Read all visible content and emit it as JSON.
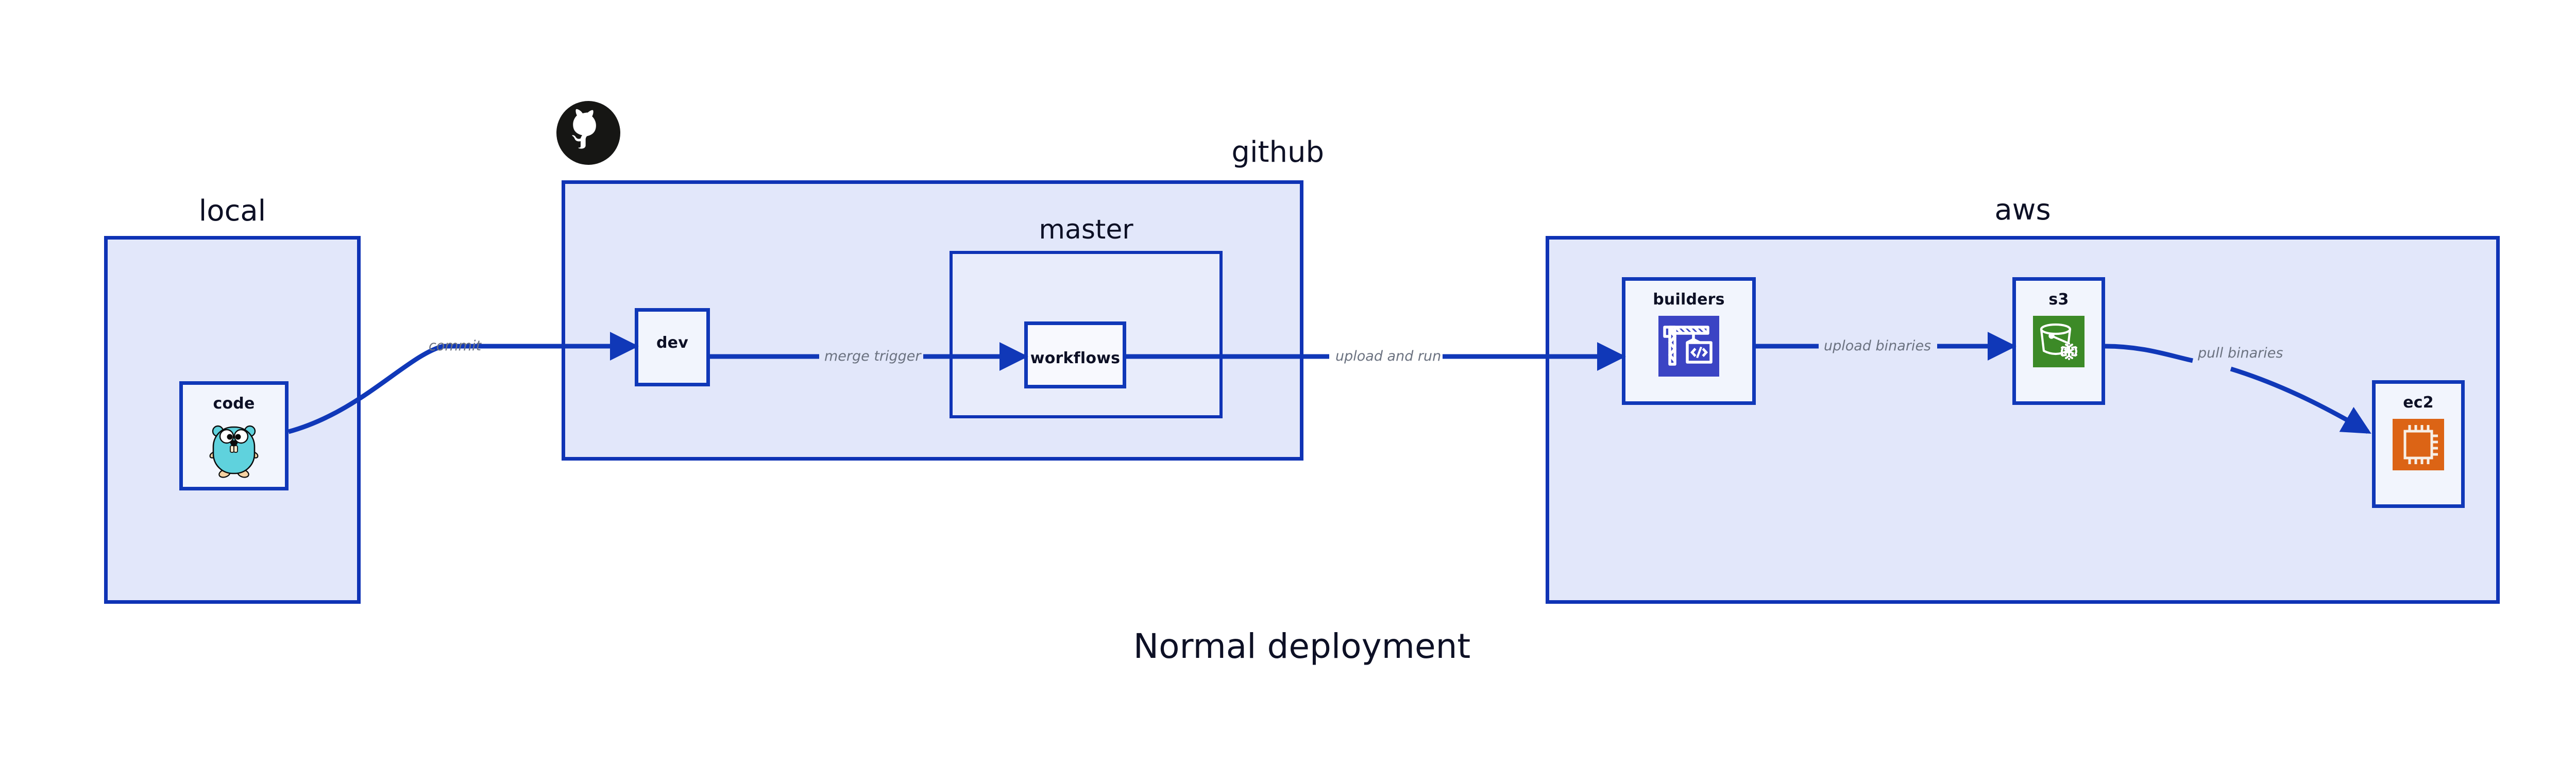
{
  "title": "Normal deployment",
  "palette": {
    "cluster_fill": "#e2e7fa",
    "cluster_stroke": "#0f33b5",
    "subcluster_fill": "#e8ecfb",
    "node_fill": "#f2f5fd",
    "node_stroke": "#1038b8",
    "edge_stroke": "#1038b8",
    "edge_label_color": "#6b7280",
    "text_color": "#0d1025",
    "codebuild_blue": "#3b44c4",
    "s3_green": "#3c8a27",
    "ec2_orange": "#dc6415",
    "gopher_teal": "#5fd2dd",
    "github_black": "#161614"
  },
  "clusters": [
    {
      "id": "local",
      "label": "local",
      "label_align": "center",
      "nodes": [
        "code"
      ]
    },
    {
      "id": "github",
      "label": "github",
      "label_align": "right",
      "logo": "github-octocat-logo",
      "nodes": [
        "dev"
      ],
      "subclusters": [
        {
          "id": "master",
          "label": "master",
          "label_align": "center",
          "nodes": [
            "workflows"
          ]
        }
      ]
    },
    {
      "id": "aws",
      "label": "aws",
      "label_align": "center",
      "nodes": [
        "builders",
        "s3",
        "ec2"
      ]
    }
  ],
  "nodes": [
    {
      "id": "code",
      "label": "code",
      "icon": "go-gopher-icon"
    },
    {
      "id": "dev",
      "label": "dev",
      "icon": "none"
    },
    {
      "id": "workflows",
      "label": "workflows",
      "icon": "none"
    },
    {
      "id": "builders",
      "label": "builders",
      "icon": "aws-codebuild-icon"
    },
    {
      "id": "s3",
      "label": "s3",
      "icon": "aws-s3-glacier-icon"
    },
    {
      "id": "ec2",
      "label": "ec2",
      "icon": "aws-ec2-icon"
    }
  ],
  "edges": [
    {
      "id": "commit",
      "from": "code",
      "to": "dev",
      "label": "commit"
    },
    {
      "id": "merge-trigger",
      "from": "dev",
      "to": "workflows",
      "label": "merge trigger"
    },
    {
      "id": "upload-and-run",
      "from": "workflows",
      "to": "builders",
      "label": "upload and run"
    },
    {
      "id": "upload-binaries",
      "from": "builders",
      "to": "s3",
      "label": "upload binaries"
    },
    {
      "id": "pull-binaries",
      "from": "s3",
      "to": "ec2",
      "label": "pull binaries"
    }
  ]
}
